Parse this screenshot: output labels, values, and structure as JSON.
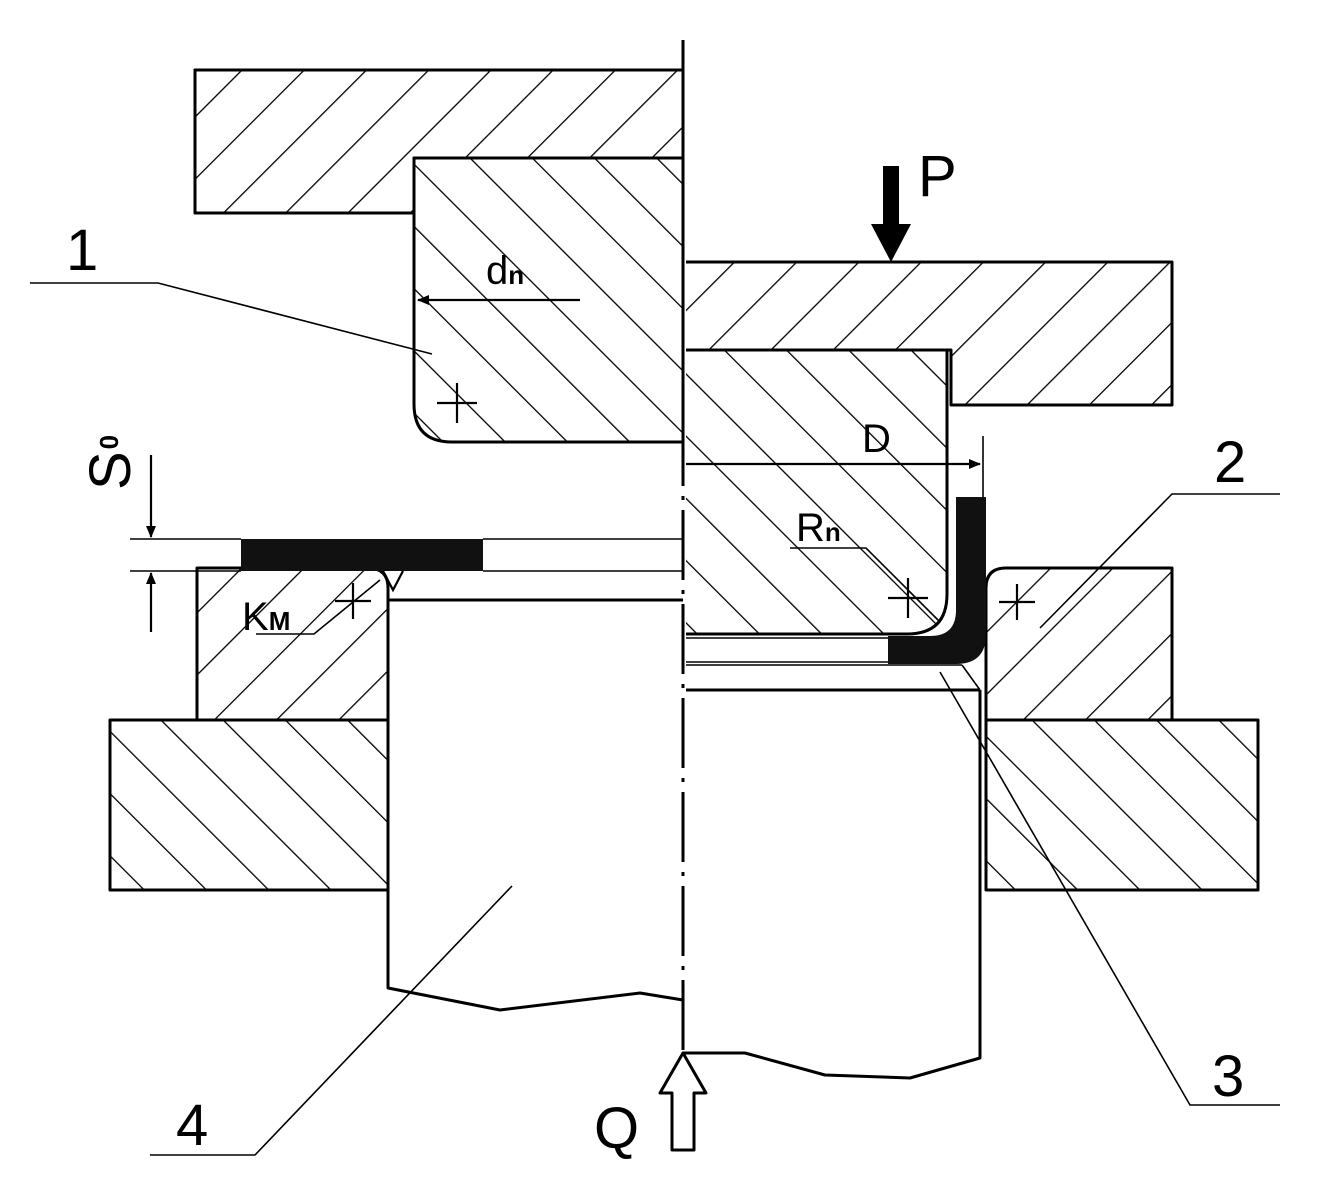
{
  "labels": {
    "part_1": "1",
    "part_2": "2",
    "part_3": "3",
    "part_4": "4",
    "force_p": "P",
    "force_q": "Q",
    "dim_d_main": "d",
    "dim_d_sub": "n",
    "dim_D": "D",
    "dim_R_main": "R",
    "dim_R_sub": "n",
    "dim_S_main": "S",
    "dim_S_sub": "0",
    "dim_K_main": "K",
    "dim_K_sub": "M"
  },
  "colors": {
    "line": "#000000",
    "fill": "#ffffff",
    "blank": "#111111"
  }
}
